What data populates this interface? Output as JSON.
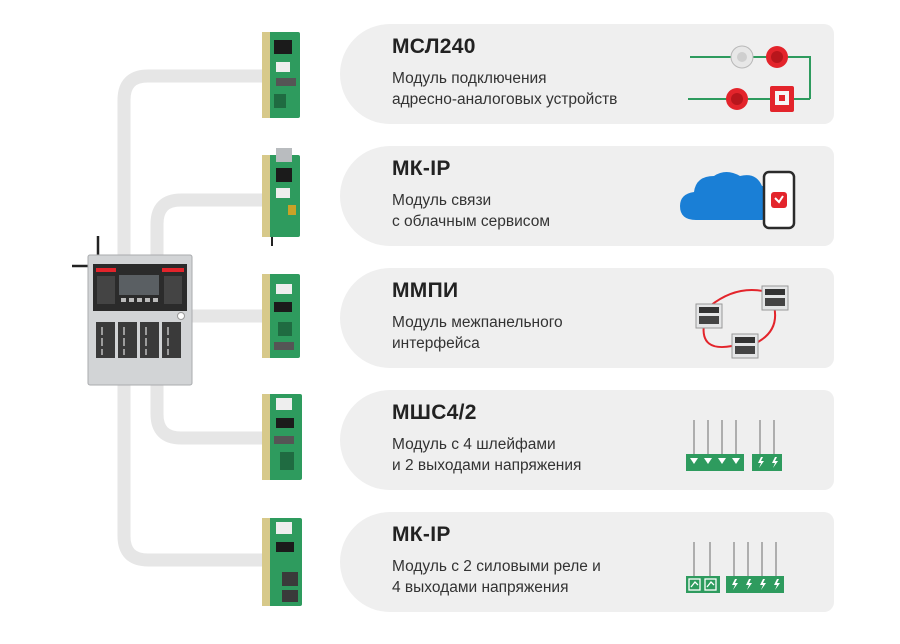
{
  "modules": [
    {
      "title": "МСЛ240",
      "desc": [
        "Модуль подключения",
        "адресно-аналоговых устройств"
      ],
      "icon": "addressable-devices-icon"
    },
    {
      "title": "МК-IP",
      "desc": [
        "Модуль связи",
        "с облачным сервисом"
      ],
      "icon": "cloud-phone-icon"
    },
    {
      "title": "ММПИ",
      "desc": [
        "Модуль межпанельного",
        "интерфейса"
      ],
      "icon": "panel-network-icon"
    },
    {
      "title": "МШС4/2",
      "desc": [
        "Модуль с 4 шлейфами",
        "и 2 выходами напряжения"
      ],
      "icon": "loops-outputs-icon"
    },
    {
      "title": "МК-IP",
      "desc": [
        "Модуль с 2 силовыми реле и",
        "4 выходами напряжения"
      ],
      "icon": "relays-outputs-icon"
    }
  ],
  "colors": {
    "card_bg": "#efefef",
    "connector": "#e6e6e6",
    "brand_red": "#e3242b",
    "pcb_green": "#2e9b5e",
    "cloud_blue": "#1a7fd6"
  }
}
